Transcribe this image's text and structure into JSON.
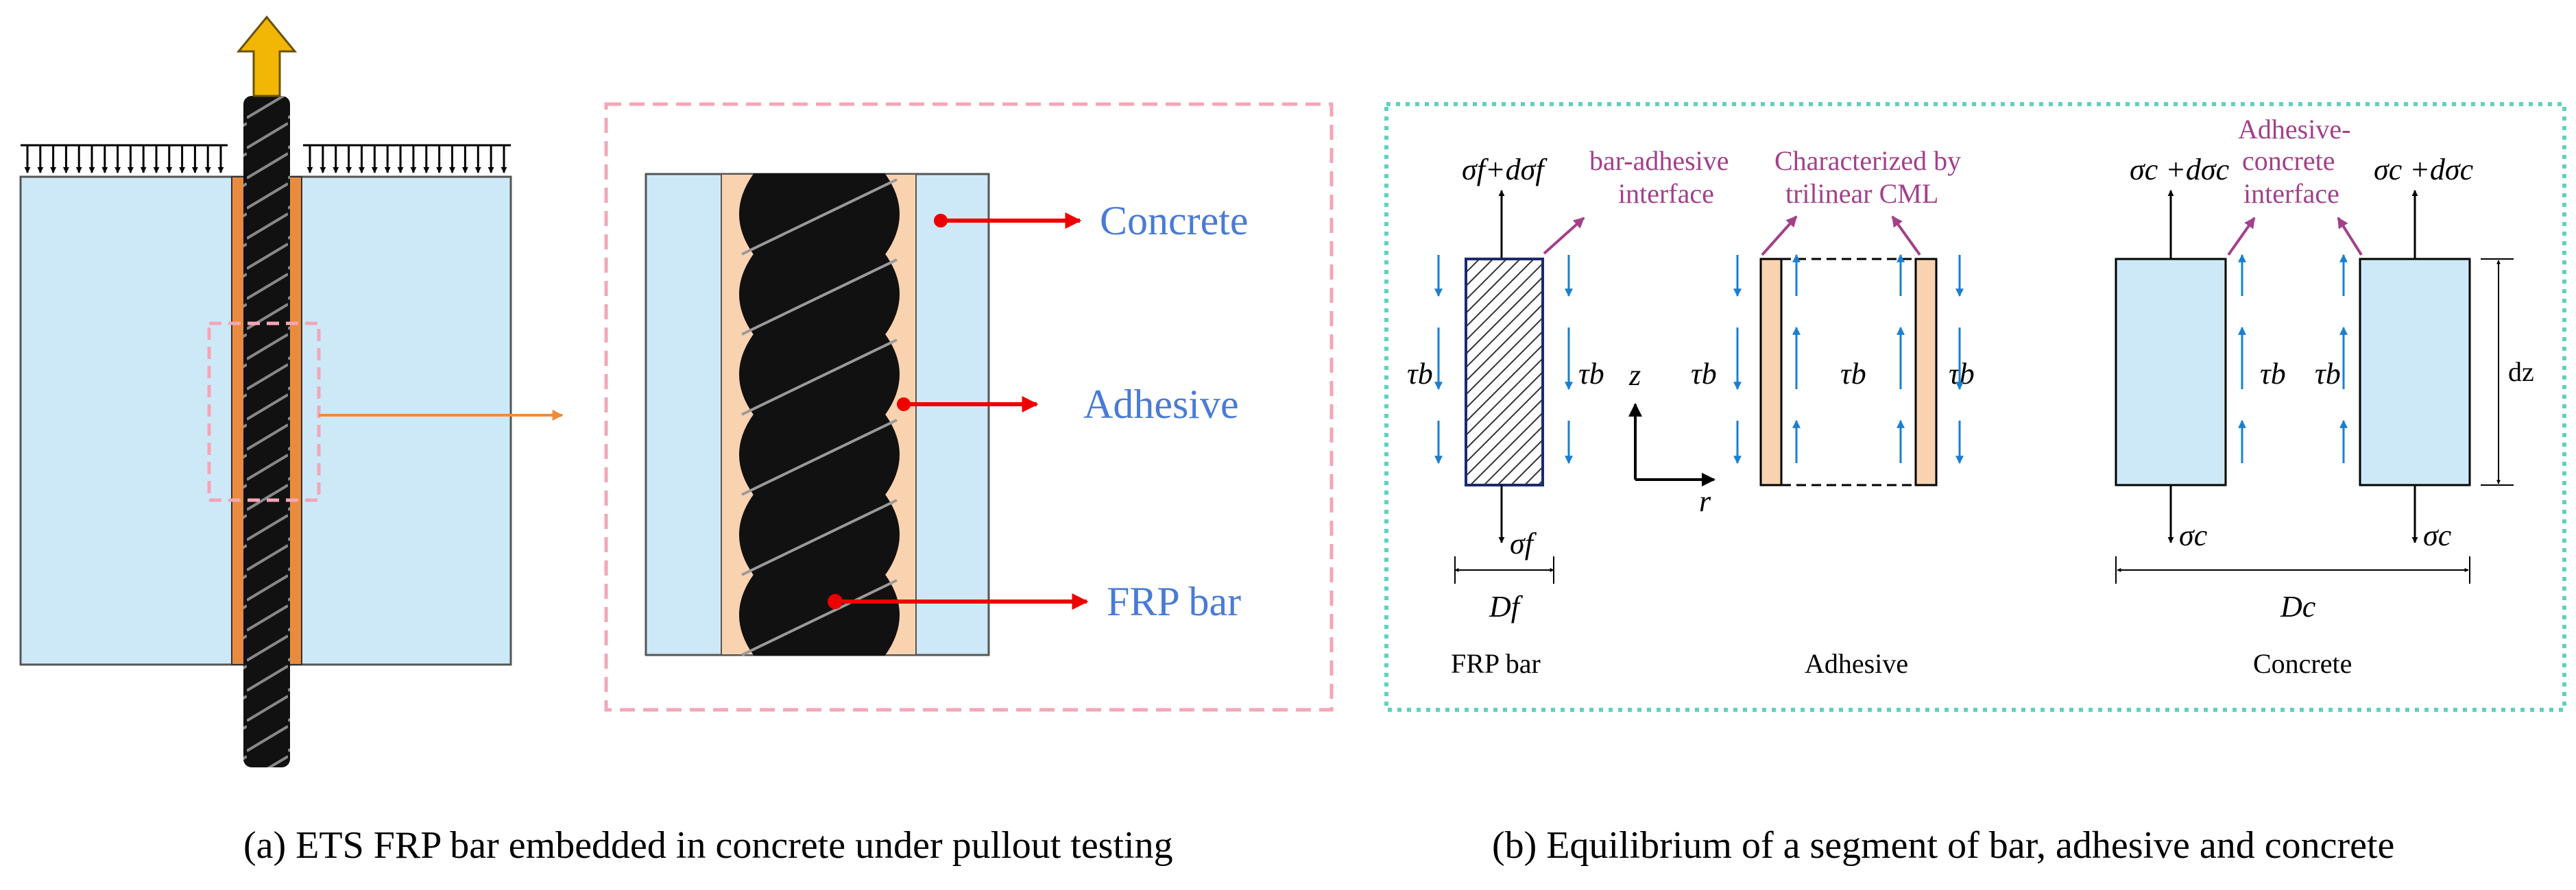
{
  "panel_a": {
    "labels": {
      "concrete": "Concrete",
      "adhesive": "Adhesive",
      "frp_bar": "FRP bar"
    },
    "caption": "(a) ETS FRP bar embedded in concrete under pullout testing"
  },
  "panel_b": {
    "frp_bar": {
      "top_stress": "σf+dσf",
      "bottom_stress": "σf",
      "shear_left": "τb",
      "shear_right": "τb",
      "width_label": "Df",
      "interface_note": [
        "bar-adhesive",
        "interface"
      ],
      "sublabel": "FRP bar"
    },
    "adhesive": {
      "shear_left": "τb",
      "shear_mid": "τb",
      "shear_right": "τb",
      "note": [
        "Characterized by",
        "trilinear CML"
      ],
      "sublabel": "Adhesive"
    },
    "axes": {
      "z": "z",
      "r": "r"
    },
    "concrete": {
      "top_left_stress": "σc +dσc",
      "top_right_stress": "σc +dσc",
      "bottom_left_stress": "σc",
      "bottom_right_stress": "σc",
      "shear_left": "τb",
      "shear_right": "τb",
      "height_label": "dz",
      "width_label": "Dc",
      "interface_note": [
        "Adhesive-",
        "concrete",
        "interface"
      ],
      "sublabel": "Concrete"
    },
    "caption": "(b) Equilibrium of a segment of bar, adhesive and concrete"
  },
  "colors": {
    "concrete": "#cde9f8",
    "adhesive": "#f9d2b0",
    "bar": "#111111",
    "pull_arrow": "#f2b705",
    "label_blue": "#4a7bd4",
    "label_pink": "#a3408a",
    "shear_arrow": "#1a7fd0",
    "pointer_red": "#ee0000",
    "zoom_box": "#f4a6b6",
    "panel_b_border": "#5fd1c0",
    "orange_arrow": "#ef8c3c"
  }
}
